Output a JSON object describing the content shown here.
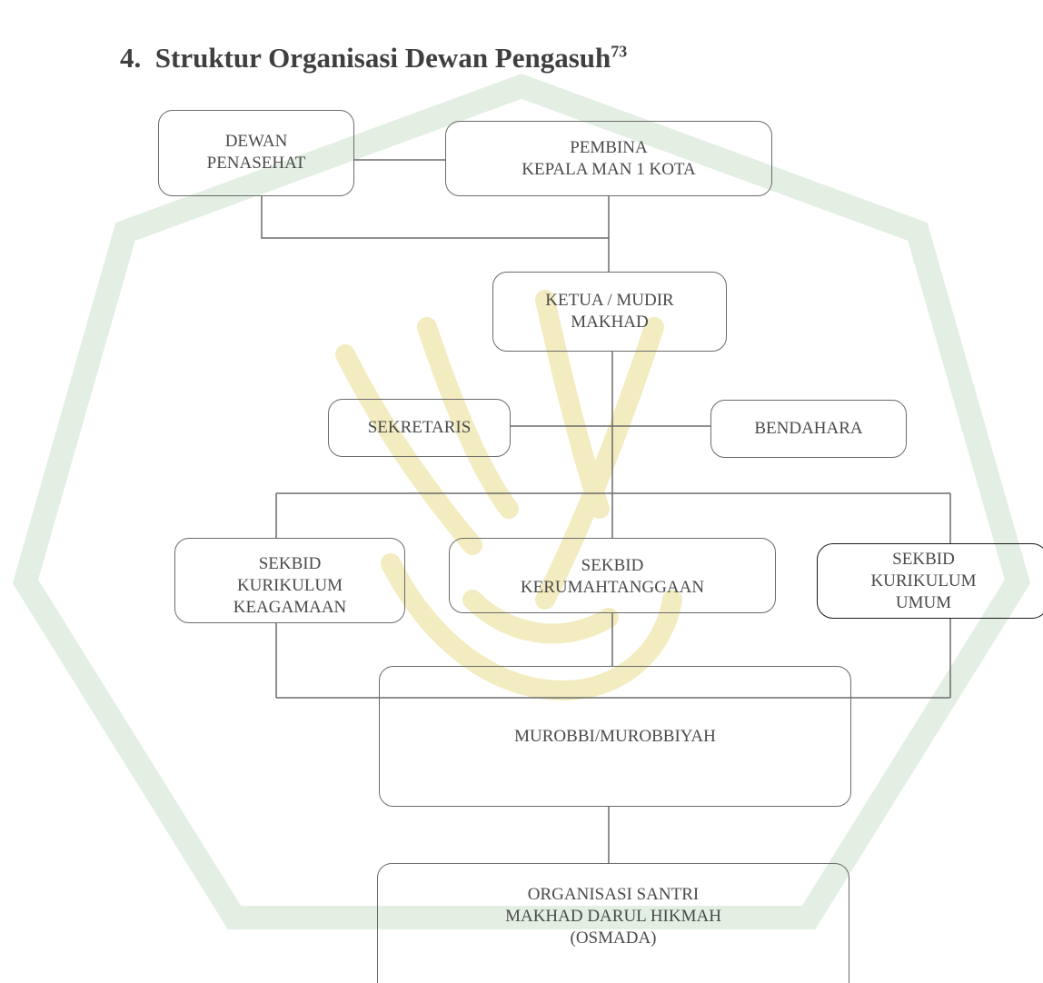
{
  "heading": {
    "number": "4.",
    "title": "Struktur Organisasi Dewan Pengasuh",
    "footnote": "73"
  },
  "nodes": {
    "dewan_penasehat": [
      "DEWAN",
      "PENASEHAT"
    ],
    "pembina": [
      "PEMBINA",
      "KEPALA MAN 1 KOTA"
    ],
    "ketua": [
      "KETUA / MUDIR",
      "MAKHAD"
    ],
    "sekretaris": [
      "SEKRETARIS"
    ],
    "bendahara": [
      "BENDAHARA"
    ],
    "sekbid_keagamaan": [
      "SEKBID",
      "KURIKULUM",
      "KEAGAMAAN"
    ],
    "sekbid_kerumahtanggaan": [
      "SEKBID",
      "KERUMAHTANGGAAN"
    ],
    "sekbid_umum": [
      "SEKBID",
      "KURIKULUM",
      "UMUM"
    ],
    "murobbi": [
      "MUROBBI/MUROBBIYAH"
    ],
    "osmada": [
      "ORGANISASI SANTRI",
      "MAKHAD DARUL HIKMAH",
      "(OSMADA)"
    ]
  },
  "colors": {
    "line": "#6b6b6b",
    "text": "#4a4a4a",
    "watermark_green": "#cfe6cf",
    "watermark_yellow": "#f6efc4"
  }
}
